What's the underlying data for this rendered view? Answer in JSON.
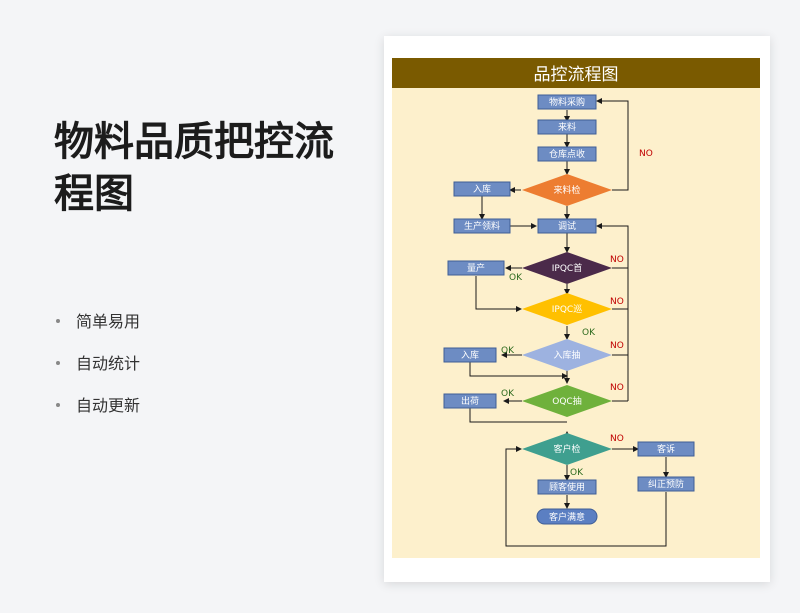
{
  "page": {
    "title": "物料品质把控流程图",
    "features": [
      "简单易用",
      "自动统计",
      "自动更新"
    ]
  },
  "diagram": {
    "title": "品控流程图",
    "colors": {
      "header": "#7a5a00",
      "background": "#fdf0cc",
      "box": "#6d8cc3",
      "box_border": "#3f5e96",
      "arrow": "#1a1a1a",
      "label": "#c00000",
      "ok_label": "#2e6b1e",
      "diamond_orange": "#ed7d31",
      "diamond_purple": "#4b2a4a",
      "diamond_yellow": "#ffc000",
      "diamond_lavender": "#9db2e0",
      "diamond_green": "#6fb13c",
      "diamond_teal": "#3f9f8f",
      "terminal": "#5b7fc2"
    },
    "nodes": {
      "purchase": "物料采购",
      "incoming": "来料",
      "warehouse_check": "仓库点收",
      "incoming_inspect": "来料检",
      "store1": "入库",
      "production_pick": "生产领料",
      "debug": "调试",
      "ipqc_first": "IPQC首",
      "mass_production": "量产",
      "ipqc_patrol": "IPQC巡",
      "store_sample": "入库抽",
      "store2": "入库",
      "oqc_sample": "OQC抽",
      "ship": "出荷",
      "customer_inspect": "客户检",
      "complaint": "客诉",
      "customer_use": "顾客使用",
      "correct_prevent": "纠正预防",
      "customer_satisfied": "客户满意"
    },
    "labels": {
      "no": "NO",
      "ok": "OK"
    }
  }
}
